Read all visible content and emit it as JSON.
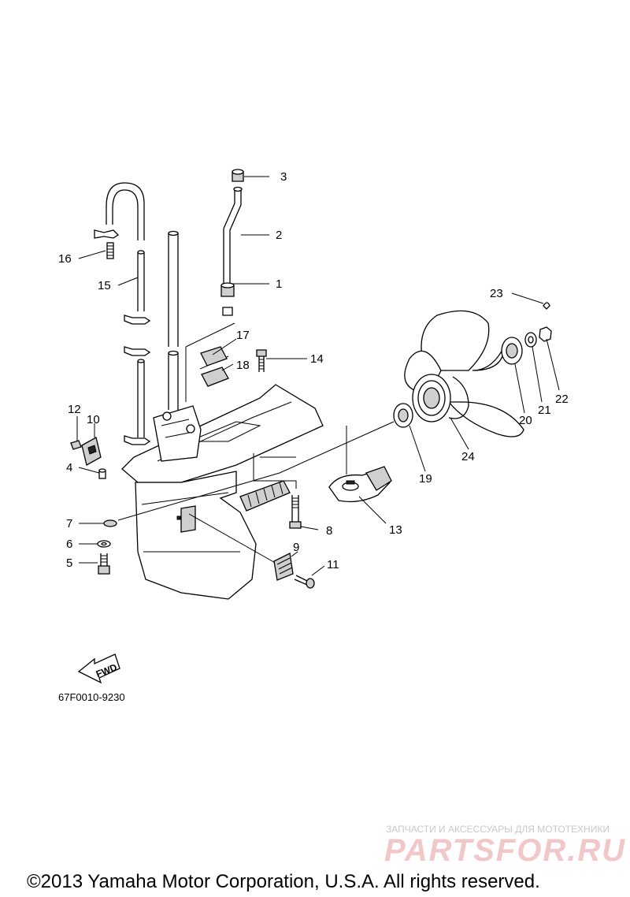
{
  "callouts": {
    "c1": "1",
    "c2": "2",
    "c3": "3",
    "c4": "4",
    "c5": "5",
    "c6": "6",
    "c7": "7",
    "c8": "8",
    "c9": "9",
    "c10": "10",
    "c11": "11",
    "c12": "12",
    "c13": "13",
    "c14": "14",
    "c15": "15",
    "c16": "16",
    "c17": "17",
    "c18": "18",
    "c19": "19",
    "c20": "20",
    "c21": "21",
    "c22": "22",
    "c23": "23",
    "c24": "24"
  },
  "fwd_label": "FWD",
  "diagram_code": "67F0010-9230",
  "watermark": {
    "tagline": "ЗАПЧАСТИ И АКСЕССУАРЫ ДЛЯ МОТОТЕХНИКИ",
    "brand": "PARTSFOR.RU"
  },
  "copyright": "©2013 Yamaha Motor Corporation, U.S.A. All rights reserved."
}
